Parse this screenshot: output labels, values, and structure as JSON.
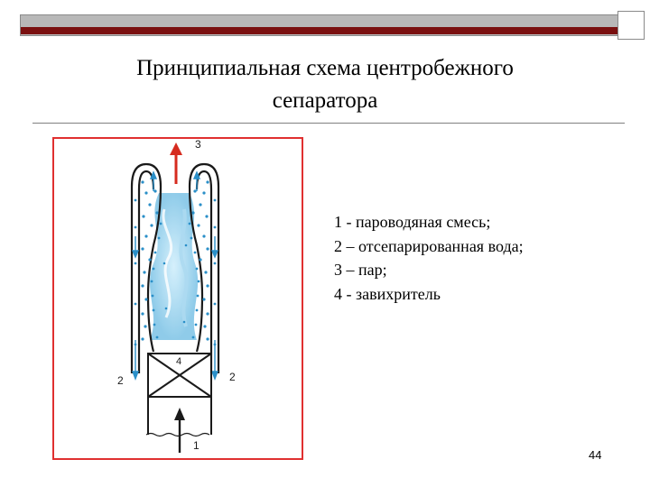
{
  "slide": {
    "title_line1": "Принципиальная схема центробежного",
    "title_line2": "сепаратора",
    "page_number": "44"
  },
  "diagram": {
    "labels": {
      "mixture": "1",
      "water_left": "2",
      "water_right": "2",
      "steam": "3",
      "swirler": "4"
    }
  },
  "legend": [
    "1 - пароводяная смесь;",
    "2 – отсепарированная вода;",
    "3 – пар;",
    "4 - завихритель"
  ],
  "colors": {
    "frame_red": "#e03030",
    "droplet_blue": "#2a8fc8",
    "steam_light_blue": "#bfe3f5",
    "arrow_red": "#d62b1f",
    "accent_dark_red": "#7a1010"
  }
}
